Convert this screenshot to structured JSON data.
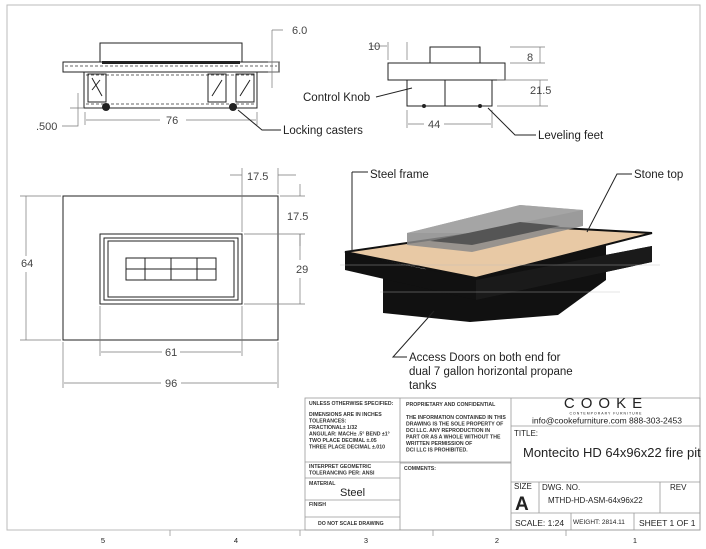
{
  "front_view": {
    "dim_top_height": "6.0",
    "dim_width": "76",
    "dim_clearance": ".500",
    "callout_casters": "Locking casters"
  },
  "side_view": {
    "dim_offset": "10",
    "dim_top": "8",
    "dim_height": "21.5",
    "dim_width": "44",
    "callout_knob": "Control Knob",
    "callout_feet": "Leveling feet"
  },
  "plan_view": {
    "dim_side_margin": "17.5",
    "dim_top_margin": "17.5",
    "dim_burner_depth": "29",
    "dim_depth": "64",
    "dim_burner_width": "61",
    "dim_width": "96"
  },
  "iso_view": {
    "callout_frame": "Steel frame",
    "callout_stone": "Stone top",
    "callout_doors_1": "Access Doors on both end for",
    "callout_doors_2": "dual 7 gallon horizontal propane",
    "callout_doors_3": "tanks",
    "colors": {
      "steel": "#111111",
      "stone": "#e8c9a5",
      "glass": "#9a9a9a"
    }
  },
  "title_block": {
    "unless": "UNLESS OTHERWISE SPECIFIED:",
    "tol_1": "DIMENSIONS ARE IN INCHES",
    "tol_2": "TOLERANCES:",
    "tol_3": "FRACTIONAL± 1/32",
    "tol_4": "ANGULAR: MACH± .5° BEND ±1°",
    "tol_5": "TWO PLACE DECIMAL    ±.05",
    "tol_6": "THREE PLACE DECIMAL  ±.010",
    "interpret_1": "INTERPRET GEOMETRIC",
    "interpret_2": "TOLERANCING PER: ANSI",
    "material_label": "MATERIAL",
    "material": "Steel",
    "finish_label": "FINISH",
    "do_not_scale": "DO NOT SCALE DRAWING",
    "proprietary": "PROPRIETARY AND CONFIDENTIAL",
    "prop_1": "THE INFORMATION CONTAINED IN THIS",
    "prop_2": "DRAWING IS THE SOLE PROPERTY OF",
    "prop_3": "DCI LLC. ANY REPRODUCTION IN",
    "prop_4": "PART OR AS A WHOLE WITHOUT THE",
    "prop_5": "WRITTEN PERMISSION OF",
    "prop_6": "DCI LLC IS PROHIBITED.",
    "comments": "COMMENTS:",
    "logo": "COOKE",
    "logo_sub": "CONTEMPORARY FURNITURE",
    "contact": "info@cookefurniture.com 888-303-2453",
    "title_label": "TITLE:",
    "title": "Montecito HD 64x96x22 fire pit",
    "size_label": "SIZE",
    "size": "A",
    "dwg_label": "DWG.  NO.",
    "dwg_no": "MTHD-HD-ASM-64x96x22",
    "rev_label": "REV",
    "scale": "SCALE: 1:24",
    "weight": "WEIGHT: 2814.11",
    "sheet": "SHEET 1 OF 1"
  },
  "zones": [
    "5",
    "4",
    "3",
    "2",
    "1"
  ]
}
